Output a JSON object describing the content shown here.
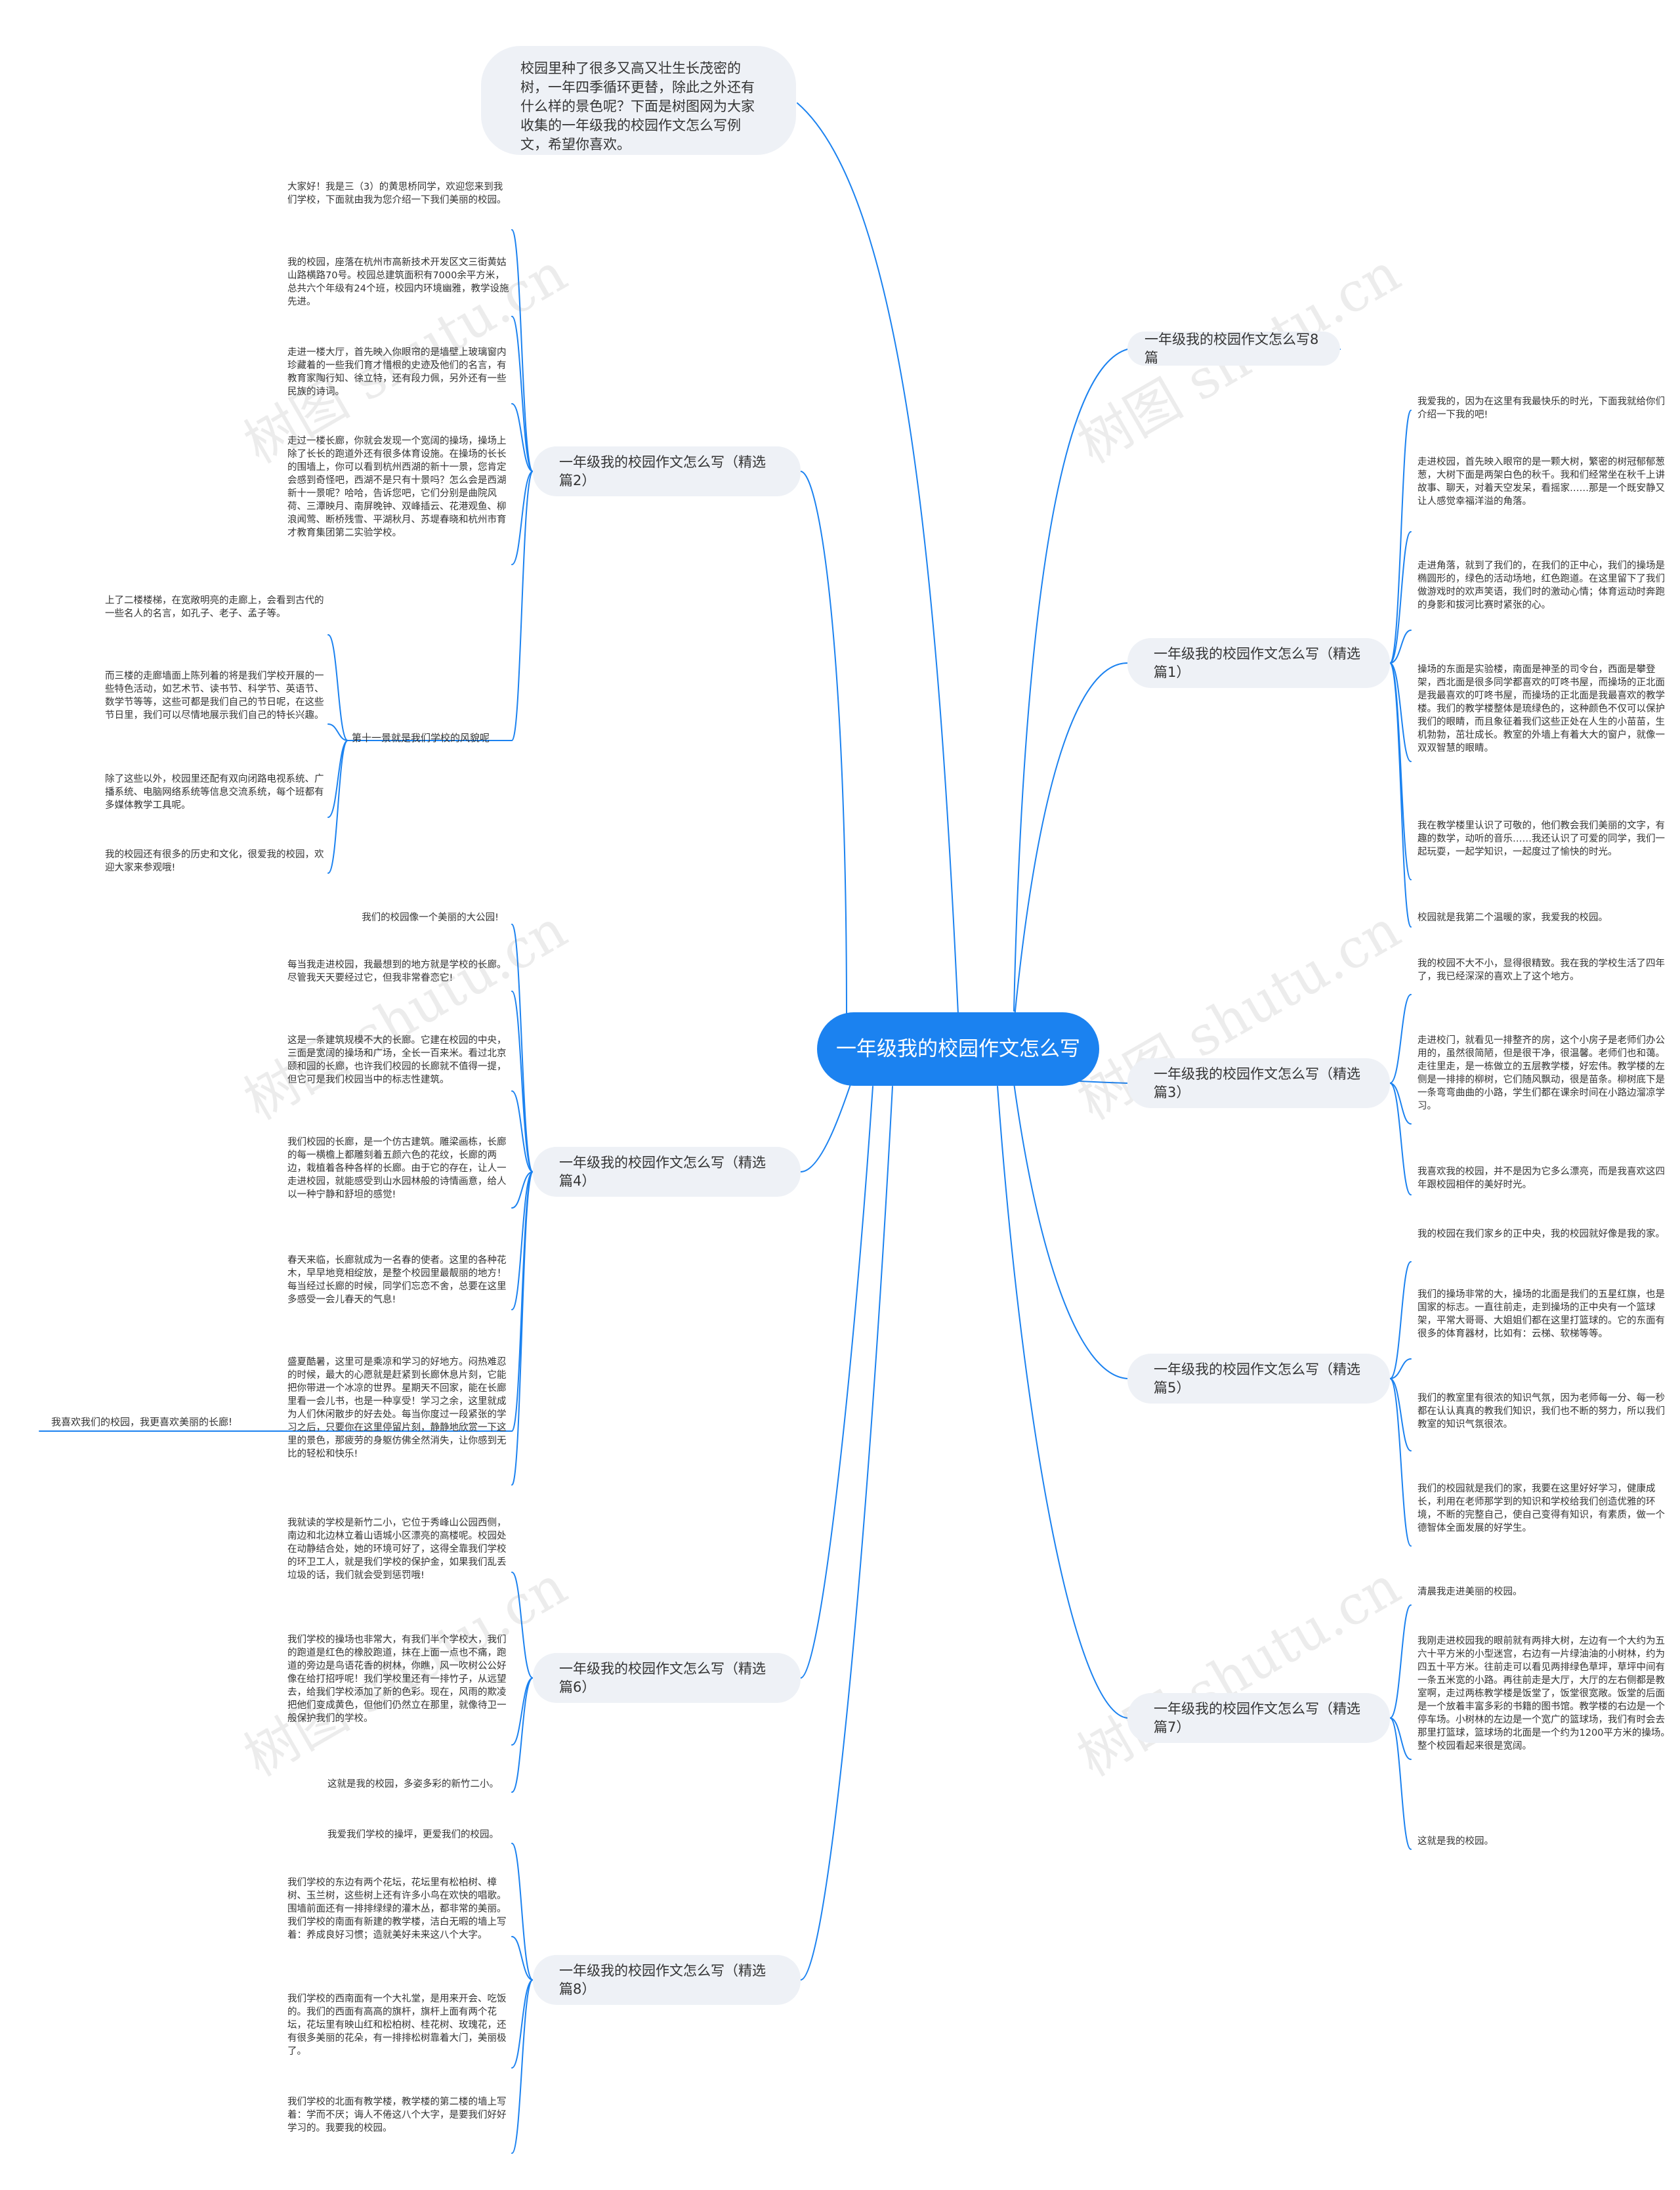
{
  "center": "一年级我的校园作文怎么写",
  "intro": "校园里种了很多又高又壮生长茂密的树，一年四季循环更替，除此之外还有什么样的景色呢？下面是树图网为大家收集的一年级我的校园作文怎么写例文，希望你喜欢。",
  "watermark": "树图 shutu.cn",
  "branches": {
    "b8": "一年级我的校园作文怎么写8篇",
    "p1": "一年级我的校园作文怎么写（精选篇1）",
    "p2": "一年级我的校园作文怎么写（精选篇2）",
    "p3": "一年级我的校园作文怎么写（精选篇3）",
    "p4": "一年级我的校园作文怎么写（精选篇4）",
    "p5": "一年级我的校园作文怎么写（精选篇5）",
    "p6": "一年级我的校园作文怎么写（精选篇6）",
    "p7": "一年级我的校园作文怎么写（精选篇7）",
    "p8": "一年级我的校园作文怎么写（精选篇8）"
  },
  "p2_sub": "第十一景就是我们学校的风貌呢",
  "p4_sub": "我喜欢我们的校园，我更喜欢美丽的长廊!",
  "leaves": {
    "p1": [
      "我爱我的，因为在这里有我最快乐的时光，下面我就给你们介绍一下我的吧!",
      "走进校园，首先映入眼帘的是一颗大树，繁密的树冠郁郁葱葱，大树下面是两架白色的秋千。我和们经常坐在秋千上讲故事、聊天，对着天空发呆，看摇家……那是一个既安静又让人感觉幸福洋溢的角落。",
      "走进角落，就到了我们的，在我们的正中心，我们的操场是椭圆形的，绿色的活动场地，红色跑道。在这里留下了我们做游戏时的欢声笑语，我们时的激动心情；体育运动时奔跑的身影和拔河比赛时紧张的心。",
      "操场的东面是实验楼，南面是神圣的司令台，西面是攀登架，西北面是很多同学都喜欢的叮咚书屋，而操场的正北面是我最喜欢的叮咚书屋，而操场的正北面是我最喜欢的教学楼。我们的教学楼整体是琉绿色的，这种颜色不仅可以保护我们的眼睛，而且象征着我们这些正处在人生的小苗苗，生机勃勃，茁壮成长。教室的外墙上有着大大的窗户，就像一双双智慧的眼睛。",
      "我在教学楼里认识了可敬的，他们教会我们美丽的文字，有趣的数学，动听的音乐……我还认识了可爱的同学，我们一起玩耍，一起学知识，一起度过了愉快的时光。",
      "校园就是我第二个温暖的家，我爱我的校园。"
    ],
    "p2": [
      "大家好！我是三（3）的黄思桥同学，欢迎您来到我们学校，下面就由我为您介绍一下我们美丽的校园。",
      "我的校园，座落在杭州市高新技术开发区文三街黄姑山路横路70号。校园总建筑面积有7000余平方米，总共六个年级有24个班，校园内环境幽雅，教学设施先进。",
      "走进一楼大厅，首先映入你眼帘的是墙壁上玻璃窗内珍藏着的一些我们育才惜根的史迹及他们的名言，有教育家陶行知、徐立特，还有段力佩，另外还有一些民族的诗词。",
      "走过一楼长廊，你就会发现一个宽阔的操场，操场上除了长长的跑道外还有很多体育设施。在操场的长长的围墙上，你可以看到杭州西湖的新十一景，您肯定会感到奇怪吧，西湖不是只有十景吗？怎么会是西湖新十一景呢？哈哈，告诉您吧，它们分别是曲院风荷、三潭映月、南屏晚钟、双峰插云、花港观鱼、柳浪闻莺、断桥残雪、平湖秋月、苏堤春晓和杭州市育才教育集团第二实验学校。"
    ],
    "p2sub": [
      "上了二楼楼梯，在宽敞明亮的走廊上，会看到古代的一些名人的名言，如孔子、老子、孟子等。",
      "而三楼的走廊墙面上陈列着的将是我们学校开展的一些特色活动，如艺术节、读书节、科学节、英语节、数学节等等，这些可都是我们自己的节日呢，在这些节日里，我们可以尽情地展示我们自己的特长兴趣。",
      "除了这些以外，校园里还配有双向闭路电视系统、广播系统、电脑网络系统等信息交流系统，每个班都有多媒体教学工具呢。",
      "我的校园还有很多的历史和文化，很爱我的校园，欢迎大家来参观哦!"
    ],
    "p3": [
      "我的校园不大不小，显得很精致。我在我的学校生活了四年了，我已经深深的喜欢上了这个地方。",
      "走进校门，就看见一排整齐的房，这个小房子是老师们办公用的，虽然很简陋，但是很干净，很温馨。老师们也和蔼。走往里走，是一栋做立的五层教学楼，好宏伟。教学楼的左侧是一排排的柳树，它们随风飘动，很是苗条。柳树底下是一条弯弯曲曲的小路，学生们都在课余时间在小路边溜凉学习。",
      "我喜欢我的校园，并不是因为它多么漂亮，而是我喜欢这四年跟校园相伴的美好时光。"
    ],
    "p4": [
      "我们的校园像一个美丽的大公园!",
      "每当我走进校园，我最想到的地方就是学校的长廊。尽管我天天要经过它，但我非常眷恋它!",
      "这是一条建筑规模不大的长廊。它建在校园的中央，三面是宽阔的操场和广场，全长一百来米。看过北京颐和园的长廊，也许我们校园的长廊就不值得一提，但它可是我们校园当中的标志性建筑。",
      "我们校园的长廊，是一个仿古建筑。雕梁画栋，长廊的每一横檐上都雕刻着五颜六色的花纹，长廊的两边，栽植着各种各样的长廊。由于它的存在，让人一走进校园，就能感受到山水园林般的诗情画意，给人以一种宁静和舒坦的感觉!",
      "春天来临，长廊就成为一名春的使者。这里的各种花木，早早地竞相绽放，是整个校园里最靓丽的地方！每当经过长廊的时候，同学们忘恋不舍，总要在这里多感受一会儿春天的气息!",
      "盛夏酷暑，这里可是乘凉和学习的好地方。闷热难忍的时候，最大的心愿就是赶紧到长廊休息片刻，它能把你带进一个冰凉的世界。星期天不回家，能在长廊里看一会儿书，也是一种享受！学习之余，这里就成为人们休闲散步的好去处。每当你度过一段紧张的学习之后，只要你在这里停留片刻，静静地欣赏一下这里的景色，那疲劳的身躯仿佛全然消失，让你感到无比的轻松和快乐!"
    ],
    "p5": [
      "我的校园在我们家乡的正中央，我的校园就好像是我的家。",
      "我们的操场非常的大，操场的北面是我们的五星红旗，也是国家的标志。一直往前走，走到操场的正中央有一个篮球架，平常大哥哥、大姐姐们都在这里打篮球的。它的东面有很多的体育器材，比如有：云梯、软梯等等。",
      "我们的教室里有很浓的知识气氛，因为老师每一分、每一秒都在认认真真的教我们知识，我们也不断的努力，所以我们教室的知识气氛很浓。",
      "我们的校园就是我们的家，我要在这里好好学习，健康成长，利用在老师那学到的知识和学校给我们创造优雅的环境，不断的完整自己，使自己变得有知识，有素质，做一个德智体全面发展的好学生。"
    ],
    "p6": [
      "我就读的学校是新竹二小，它位于秀峰山公园西侧，南边和北边林立着山语城小区漂亮的高楼呢。校园处在动静结合处，她的环境可好了，这得全靠我们学校的环卫工人，就是我们学校的保护金，如果我们乱丢垃圾的话，我们就会受到惩罚哦!",
      "我们学校的操场也非常大，有我们半个学校大，我们的跑道是红色的橡胶跑道，抹在上面一点也不痛，跑道的旁边是鸟语花香的树林，你瞧，风一吹树公公好像在给打招呼呢！我们学校里还有一排竹子，从远望去，给我们学校添加了新的色彩。现在，风雨的欺凌把他们变成黄色，但他们仍然立在那里，就像待卫一般保护我们的学校。",
      "这就是我的校园，多姿多彩的新竹二小。"
    ],
    "p7": [
      "清晨我走进美丽的校园。",
      "我刚走进校园我的眼前就有两排大树，左边有一个大约为五六十平方米的小型迷宫，右边有一片绿油油的小树林，约为四五十平方米。往前走可以看见两排绿色草坪，草坪中间有一条五米宽的小路。再往前走是大厅，大厅的左右侧都是教室啊，走过两栋教学楼是饭堂了，饭堂很宽敞。饭堂的后面是一个放着丰富多彩的书籍的图书馆。教学楼的右边是一个停车场。小树林的左边是一个宽广的篮球场，我们有时会去那里打篮球，篮球场的北面是一个约为1200平方米的操场。整个校园看起来很是宽阔。",
      "这就是我的校园。"
    ],
    "p8": [
      "我爱我们学校的操坪，更爱我们的校园。",
      "我们学校的东边有两个花坛，花坛里有松柏树、樟树、玉兰树，这些树上还有许多小鸟在欢快的唱歌。围墙前面还有一排排绿绿的灌木丛，都非常的美丽。我们学校的南面有新建的教学楼，洁白无暇的墙上写着：养成良好习惯；造就美好未来这八个大字。",
      "我们学校的西南面有一个大礼堂，是用来开会、吃饭的。我们的西面有高高的旗杆，旗杆上面有两个花坛，花坛里有映山红和松柏树、桂花树、玫瑰花，还有很多美丽的花朵，有一排排松树靠着大门，美丽极了。",
      "我们学校的北面有教学楼，教学楼的第二楼的墙上写着：学而不厌；诲人不倦这八个大字，是要我们好好学习的。我要我的校园。"
    ]
  }
}
